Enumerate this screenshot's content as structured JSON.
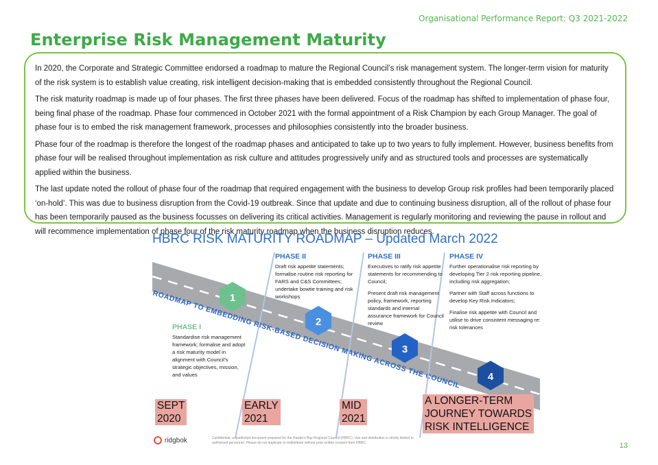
{
  "header": {
    "report_title": "Organisational Performance Report: Q3 2021-2022"
  },
  "page": {
    "title": "Enterprise Risk Management Maturity",
    "number": "13"
  },
  "intro": {
    "paragraphs": [
      "In 2020, the Corporate and Strategic Committee endorsed a roadmap to mature the Regional Council’s risk management system. The longer-term vision for maturity of the risk system is to establish value creating, risk intelligent decision-making that is embedded consistently throughout the Regional Council.",
      "The risk maturity roadmap is made up of four phases. The first three phases have been delivered. Focus of the roadmap has shifted to implementation of phase four, being final phase of the roadmap.  Phase four commenced in October 2021 with the formal appointment of a Risk Champion by each Group Manager.  The goal of phase four is to embed the risk management framework, processes and philosophies consistently into the broader business.",
      "Phase four of the roadmap is therefore the longest of the roadmap phases and anticipated to take up to two years to fully implement. However, business benefits from phase four will be realised throughout implementation as risk culture and attitudes progressively unify and as structured tools and processes are systematically applied within the business.",
      "The last update noted the rollout of phase four of the roadmap that required engagement with the business to develop Group risk profiles had been temporarily placed ‘on-hold’.  This was due to business disruption from the Covid-19 outbreak. Since that update and due to continuing business disruption, all of the rollout of phase four has been temporarily paused as the business focusses on delivering its critical activities. Management is regularly monitoring and reviewing the pause in rollout and will recommence implementation of phase four of the risk maturity roadmap when the business disruption reduces."
    ]
  },
  "roadmap": {
    "title": "HBRC RISK MATURITY ROADMAP – Updated March 2022",
    "road_label": "ROADMAP TO EMBEDDING RISK-BASED DECISION MAKING ACROSS THE COUNCIL",
    "colors": {
      "road": "#a7a9ac",
      "hex_green": "#6cc18e",
      "hex_light_blue": "#4a8fe0",
      "hex_blue": "#2463c6",
      "hex_dark_blue": "#1d4fa0",
      "date_bg": "#e9a6a1"
    },
    "markers": [
      "1",
      "2",
      "3",
      "4"
    ],
    "phases": [
      {
        "title": "PHASE I",
        "paragraphs": [
          "Standardise risk management framework; formalise and adopt a risk maturity model in alignment with Council’s strategic objectives, mission, and values"
        ]
      },
      {
        "title": "PHASE II",
        "paragraphs": [
          "Draft risk appetite statements; formalise routine risk reporting for FARS and C&S Committees; undertake bowtie training and risk workshops"
        ]
      },
      {
        "title": "PHASE III",
        "paragraphs": [
          "Executives to ratify risk appetite statements for recommending to Council;",
          "Present draft risk management policy, framework, reporting standards and internal assurance framework for Council review"
        ]
      },
      {
        "title": "PHASE IV",
        "paragraphs": [
          "Further operationalise risk reporting by developing Tier 2 risk reporting pipeline, including risk aggregation;",
          "Partner with Staff across functions to develop Key Risk Indicators;",
          "Finalise risk appetite with Council and utilise to drive consistent messaging re: risk tolerances"
        ]
      }
    ],
    "dates": [
      {
        "line1": "SEPT",
        "line2": "2020"
      },
      {
        "line1": "EARLY",
        "line2": "2021"
      },
      {
        "line1": "MID",
        "line2": "2021"
      },
      {
        "line1": "A LONGER-TERM",
        "line2": "JOURNEY TOWARDS",
        "line3": "RISK INTELLIGENCE"
      }
    ]
  },
  "footer": {
    "logo_text": "ridgbok",
    "note": "Confidential, unpublished document prepared for the Hawke’s Bay Regional Council (HBRC). Use and distribution is strictly limited to authorised personnel. Please do not duplicate or redistribute without prior written consent from HBRC."
  }
}
